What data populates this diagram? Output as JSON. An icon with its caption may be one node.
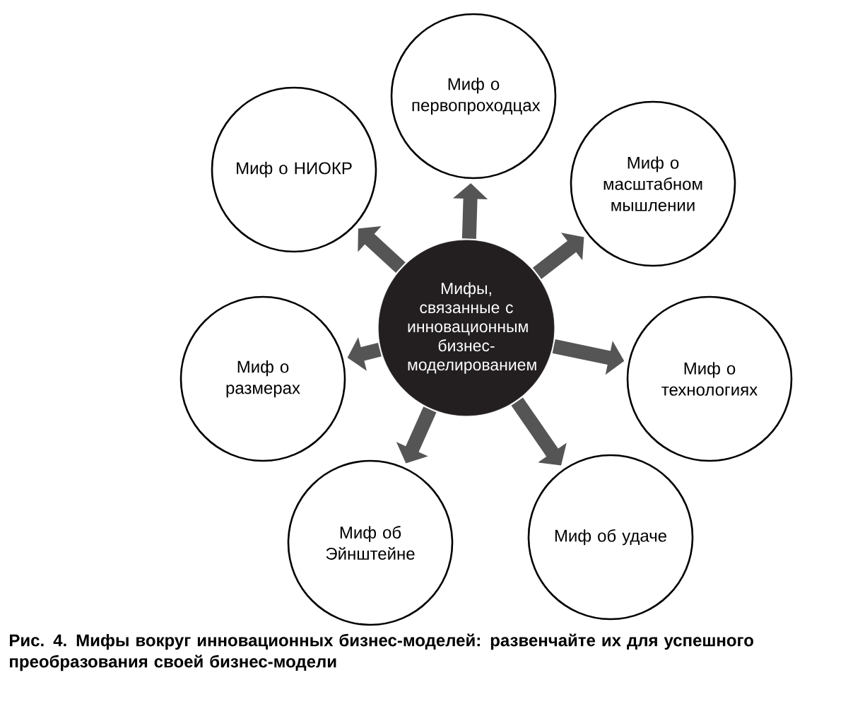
{
  "diagram": {
    "caption": "**Рис. 4.** Мифы вокруг инновационных бизнес-моделей: развенчайте их для успешного преобразования своей бизнес-модели",
    "nodes": [
      {
        "text": [
          "Мифы, связанные с инновационным бизнес-моделированием"
        ]
      },
      {
        "text": [
          "Миф о первопроходцах"
        ]
      },
      {
        "text": [
          "Миф о масштабном мышлении"
        ]
      },
      {
        "text": [
          "Миф о технологиях"
        ]
      },
      {
        "text": [
          "Миф об удаче"
        ]
      },
      {
        "text": [
          "Миф об Эйнштейне"
        ]
      },
      {
        "text": [
          "Миф о размерах"
        ]
      },
      {
        "text": [
          "Миф о НИОКР"
        ]
      }
    ],
    "edges": [
      {
        "from": 0,
        "to": 1,
        "arrow": "to"
      },
      {
        "from": 0,
        "to": 2,
        "arrow": "to"
      },
      {
        "from": 0,
        "to": 3,
        "arrow": "to"
      },
      {
        "from": 0,
        "to": 4,
        "arrow": "to"
      },
      {
        "from": 0,
        "to": 5,
        "arrow": "to"
      },
      {
        "from": 0,
        "to": 6,
        "arrow": "to"
      },
      {
        "from": 0,
        "to": 7,
        "arrow": "to"
      }
    ]
  }
}
